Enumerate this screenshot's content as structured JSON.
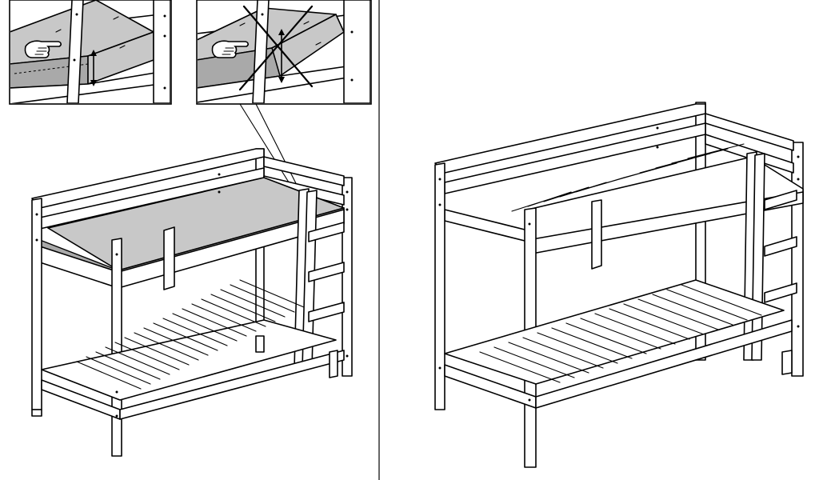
{
  "page": {
    "background": "#ffffff",
    "line_color": "#000000",
    "mattress_color": "#c8c8c8"
  },
  "icons": {
    "hand_pointer": "pointing-hand-icon",
    "measure_arrow": "double-arrow-icon",
    "cross": "cross-mark-icon"
  },
  "panels": [
    {
      "id": "left",
      "content": "bunk-bed-with-mattress-and-detail-insets"
    },
    {
      "id": "right",
      "content": "bunk-bed-slats-only"
    }
  ]
}
